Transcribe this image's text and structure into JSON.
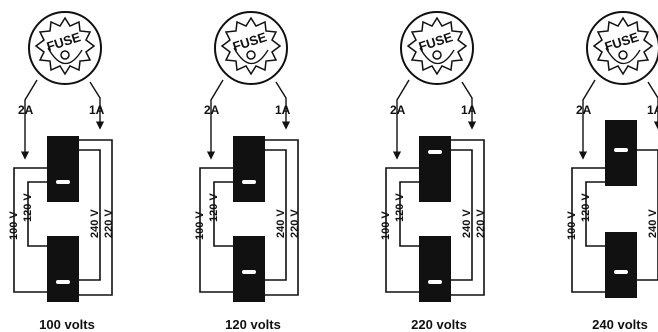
{
  "fuse_label": "FUSE",
  "amp_labels": {
    "left": "2A",
    "right": "1A"
  },
  "voltage_labels": [
    "100 V",
    "120 V",
    "240 V",
    "220 V"
  ],
  "panels": [
    {
      "caption": "100 volts"
    },
    {
      "caption": "120 volts"
    },
    {
      "caption": "220 volts"
    },
    {
      "caption": "240 volts"
    }
  ],
  "colors": {
    "ink": "#111111",
    "paper": "#ffffff"
  }
}
